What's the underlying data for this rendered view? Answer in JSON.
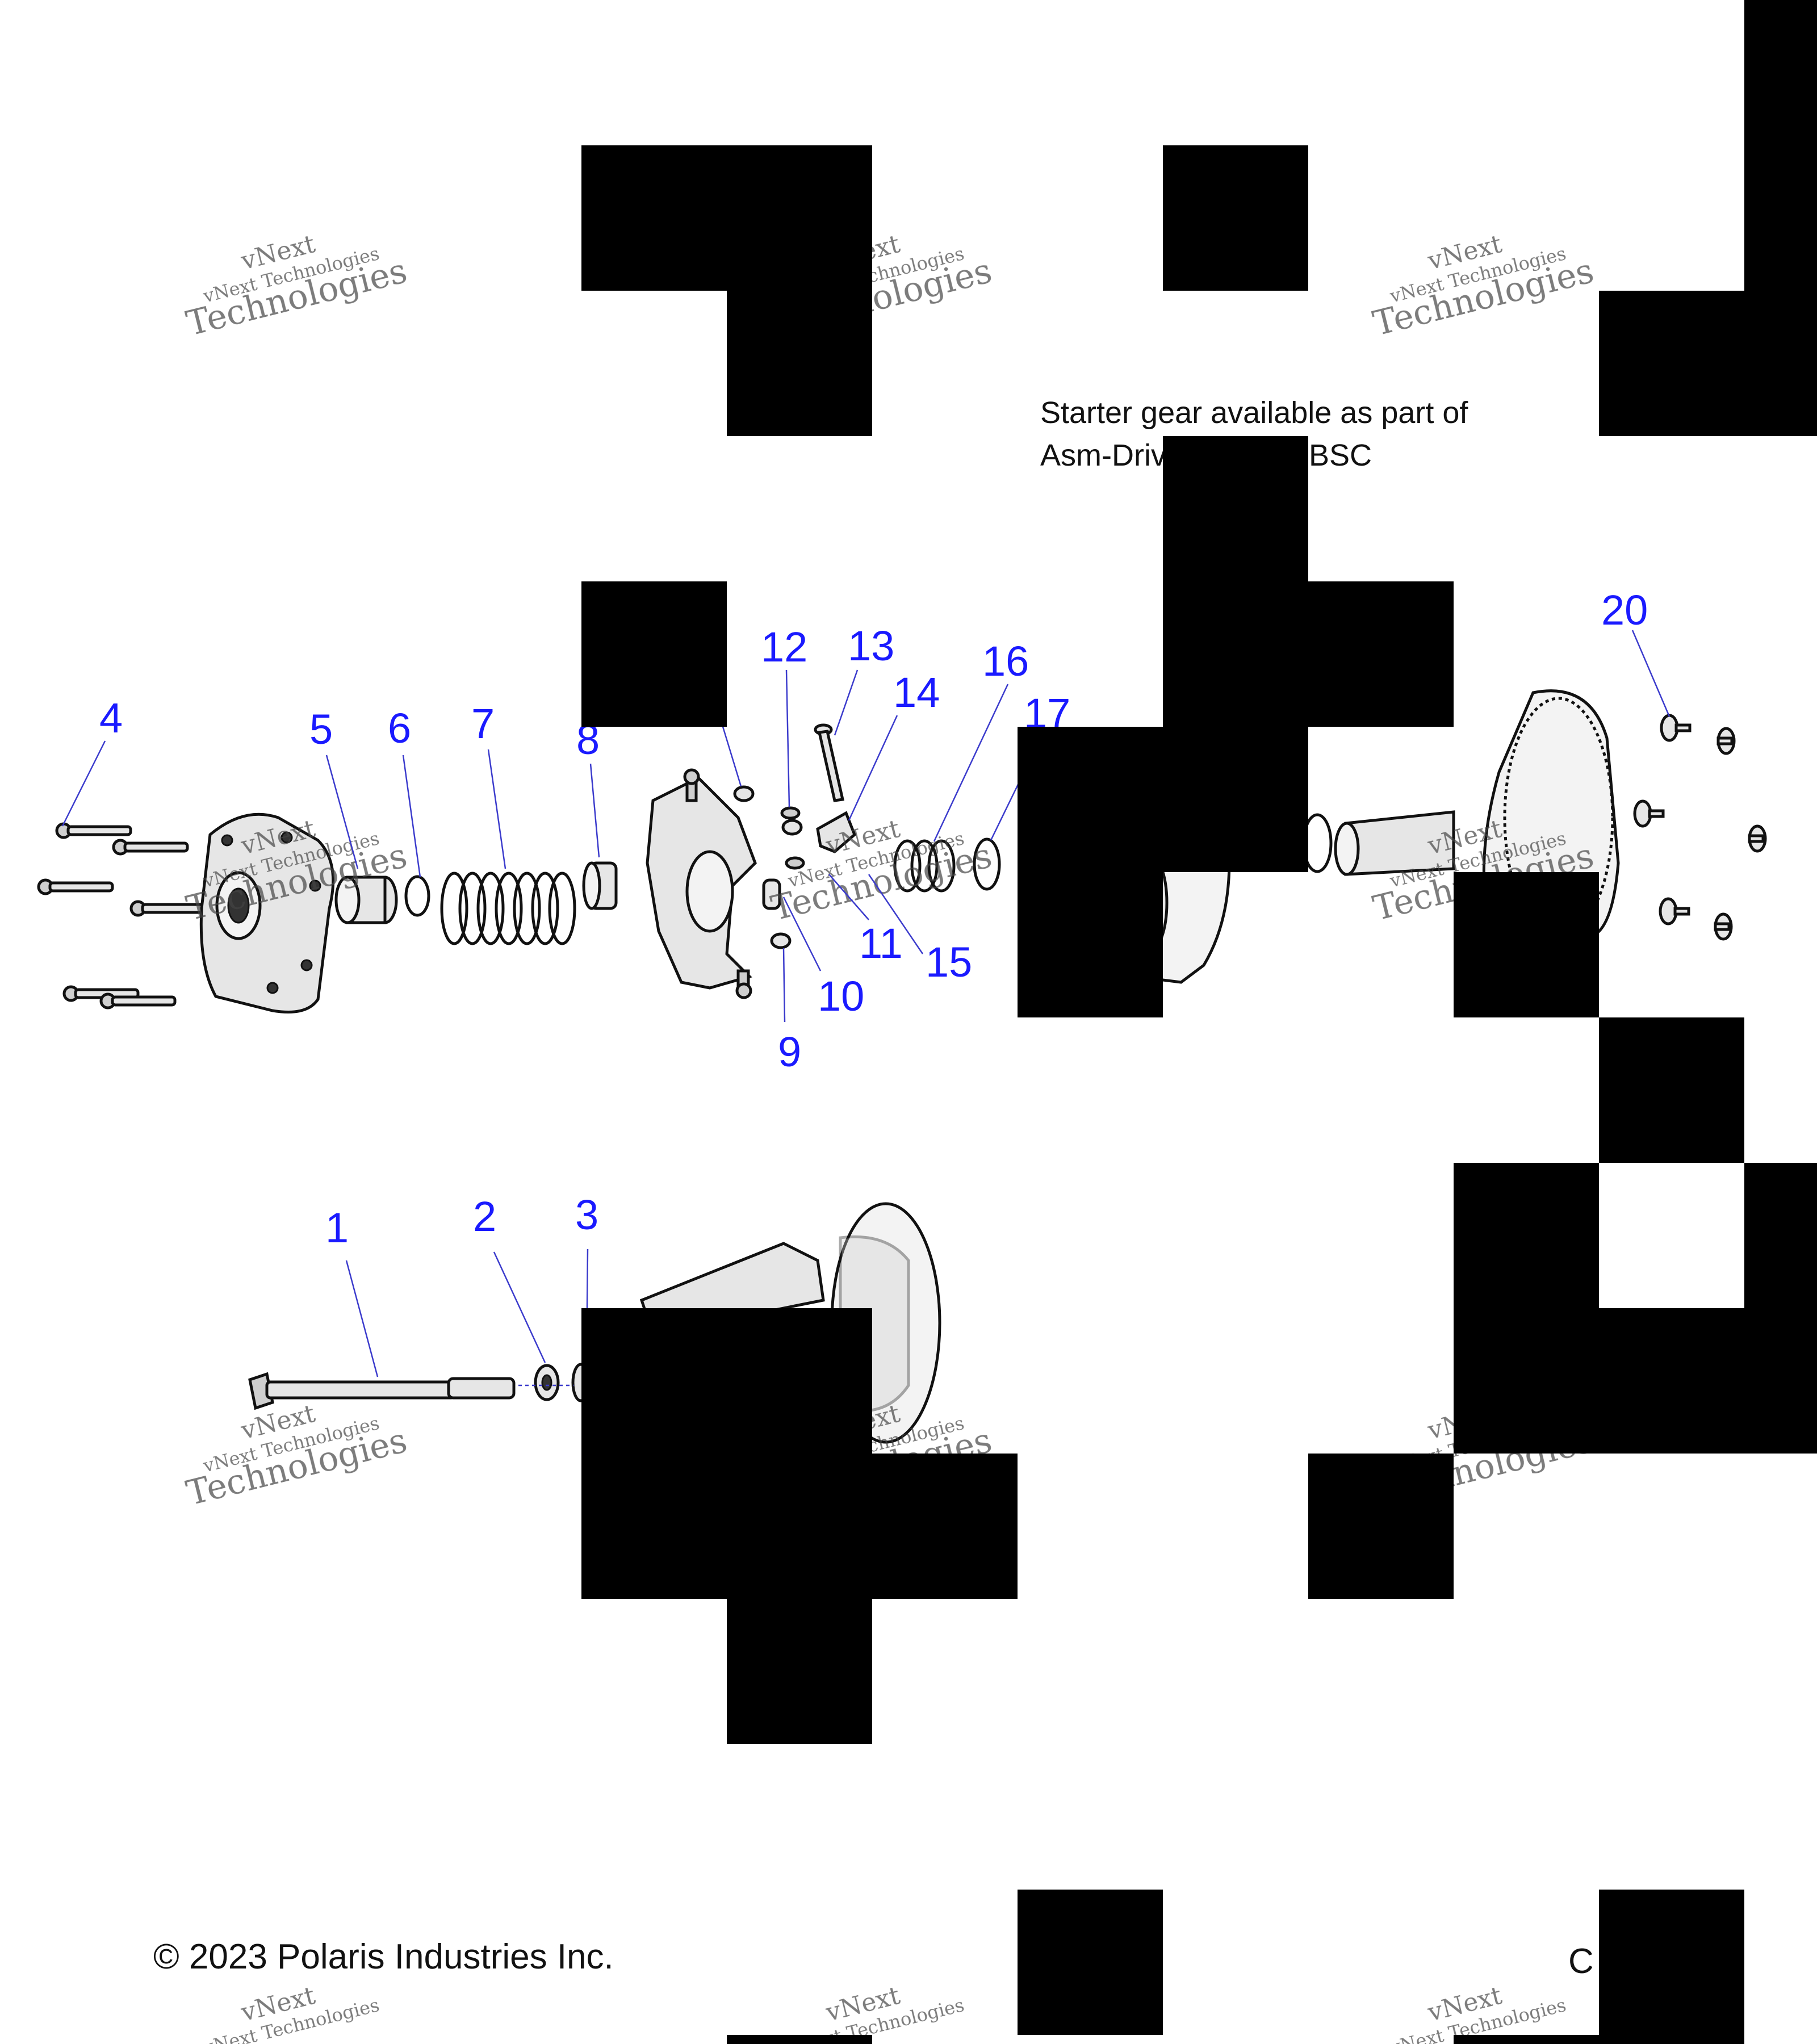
{
  "note": {
    "line1": "Starter gear available as part of",
    "line2_left": "Asm-Driv",
    "line2_right": "BSC"
  },
  "copyright": "© 2023 Polaris Industries Inc.",
  "corner_fragment": "C",
  "watermark": {
    "line1": "vNext",
    "line2": "vNext Technologies",
    "line3": "Technologies"
  },
  "callouts": [
    "1",
    "2",
    "3",
    "4",
    "5",
    "6",
    "7",
    "8",
    "9",
    "10",
    "11",
    "12",
    "13",
    "14",
    "15",
    "16",
    "17",
    "20"
  ],
  "colors": {
    "callout": "#1a1aff",
    "mask": "#000000"
  }
}
